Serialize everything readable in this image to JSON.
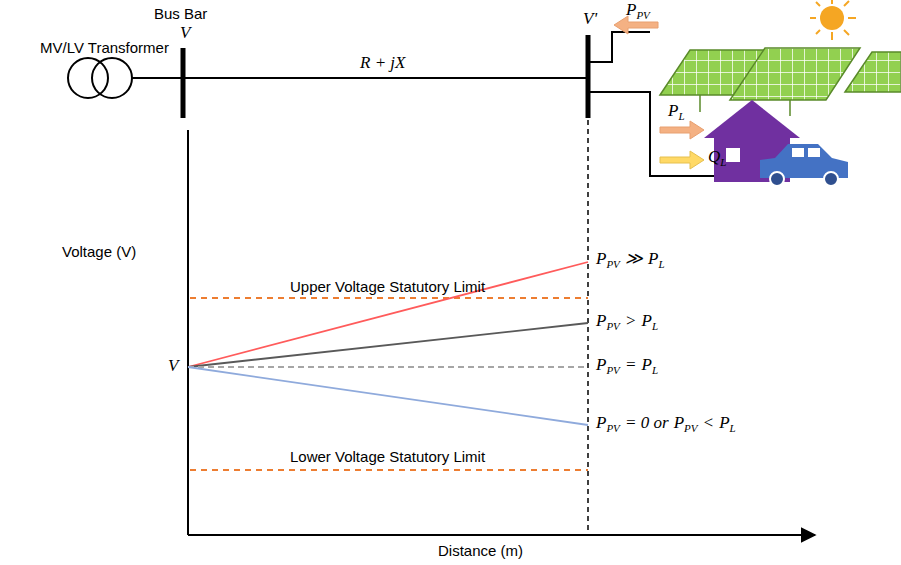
{
  "diagram": {
    "labels": [
      "MV/LV Transformer",
      "Bus Bar",
      "V",
      "R + jX",
      "V'",
      "P",
      "PV",
      "P",
      "L",
      "Q",
      "L",
      "Voltage (V)",
      "Upper Voltage Statutory Limit",
      "V",
      "P",
      "PV",
      "≫",
      "P",
      "L",
      "P",
      "PV",
      ">",
      "P",
      "L",
      "P",
      "PV",
      "=",
      "P",
      "L",
      "P",
      "PV",
      "= 0 or",
      "P",
      "PV",
      "<",
      "P",
      "L",
      "Lower Voltage Statutory Limit",
      "Distance (m)"
    ]
  }
}
